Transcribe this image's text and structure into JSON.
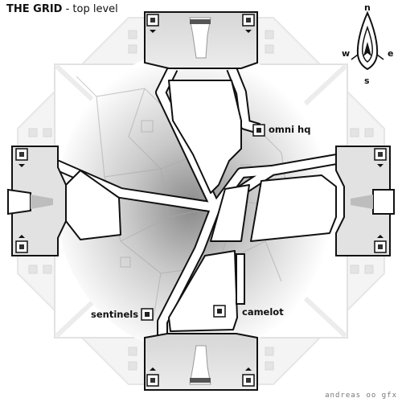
{
  "map": {
    "title_bold": "THE GRID",
    "title_rest": " - top level",
    "locations": [
      {
        "id": "omni-hq",
        "label": "omni hq"
      },
      {
        "id": "sentinels",
        "label": "sentinels"
      },
      {
        "id": "camelot",
        "label": "camelot"
      }
    ],
    "compass": {
      "n": "n",
      "e": "e",
      "s": "s",
      "w": "w"
    },
    "credit": "andreas oo gfx"
  }
}
